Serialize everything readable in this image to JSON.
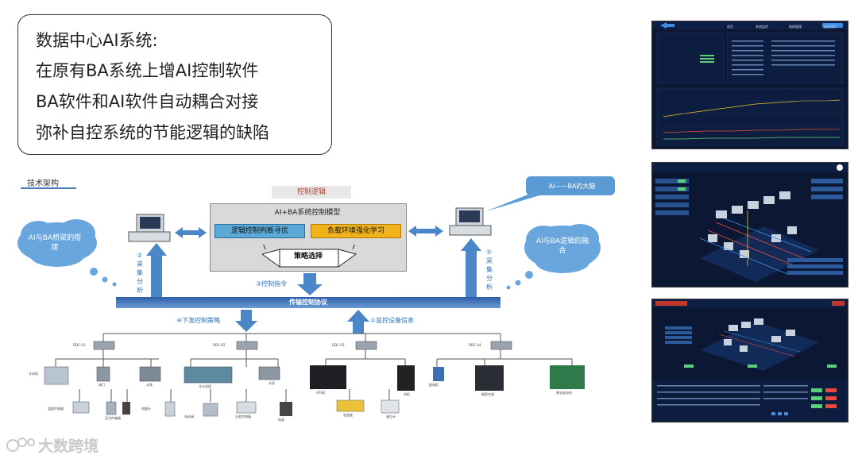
{
  "summary": {
    "lines": [
      "数据中心AI系统:",
      "在原有BA系统上增AI控制软件",
      "BA软件和AI软件自动耦合对接",
      "弥补自控系统的节能逻辑的缺陷"
    ]
  },
  "diagram": {
    "section_title": "技术架构",
    "logic_tab": "控制逻辑",
    "model_title": "AI+BA系统控制模型",
    "logic_chip": "逻辑控制判断寻优",
    "load_chip": "负载环境强化学习",
    "strategy": "策略选择",
    "bus": "传输控制协议",
    "ai_brain_callout": "AI——BA的大脑",
    "cloud_left": "AI与BA桥梁的搭建",
    "cloud_right": "AI与BA逻辑的融合",
    "collect_left": "②采集分析",
    "collect_right": "⑤采集分析",
    "control_cmd": "③控制指令",
    "dispatch": "④下发控制策略",
    "monitor": "①监控设备信息",
    "controllers": [
      "DDC-01",
      "DDC-02",
      "DDC-03",
      "DDC-04"
    ],
    "devices": [
      "冷却塔",
      "阀门",
      "水泵",
      "冷水机组",
      "水泵",
      "UPS柜",
      "机柜",
      "配电柜",
      "精密空调",
      "柴油发电机"
    ],
    "sensors": [
      "温度传感器",
      "压力传感器",
      "流量计",
      "电动阀",
      "压差传感器",
      "电表",
      "温湿度",
      "液位计"
    ]
  },
  "screenshots": {
    "shot1_tabs": [
      "首页",
      "系统监控",
      "能耗管理",
      "返回首页"
    ],
    "colors": {
      "bg": "#0b1733",
      "accent": "#3a8ee6",
      "line1": "#f0c419",
      "line2": "#e74c3c"
    }
  },
  "watermark": "大数跨境"
}
